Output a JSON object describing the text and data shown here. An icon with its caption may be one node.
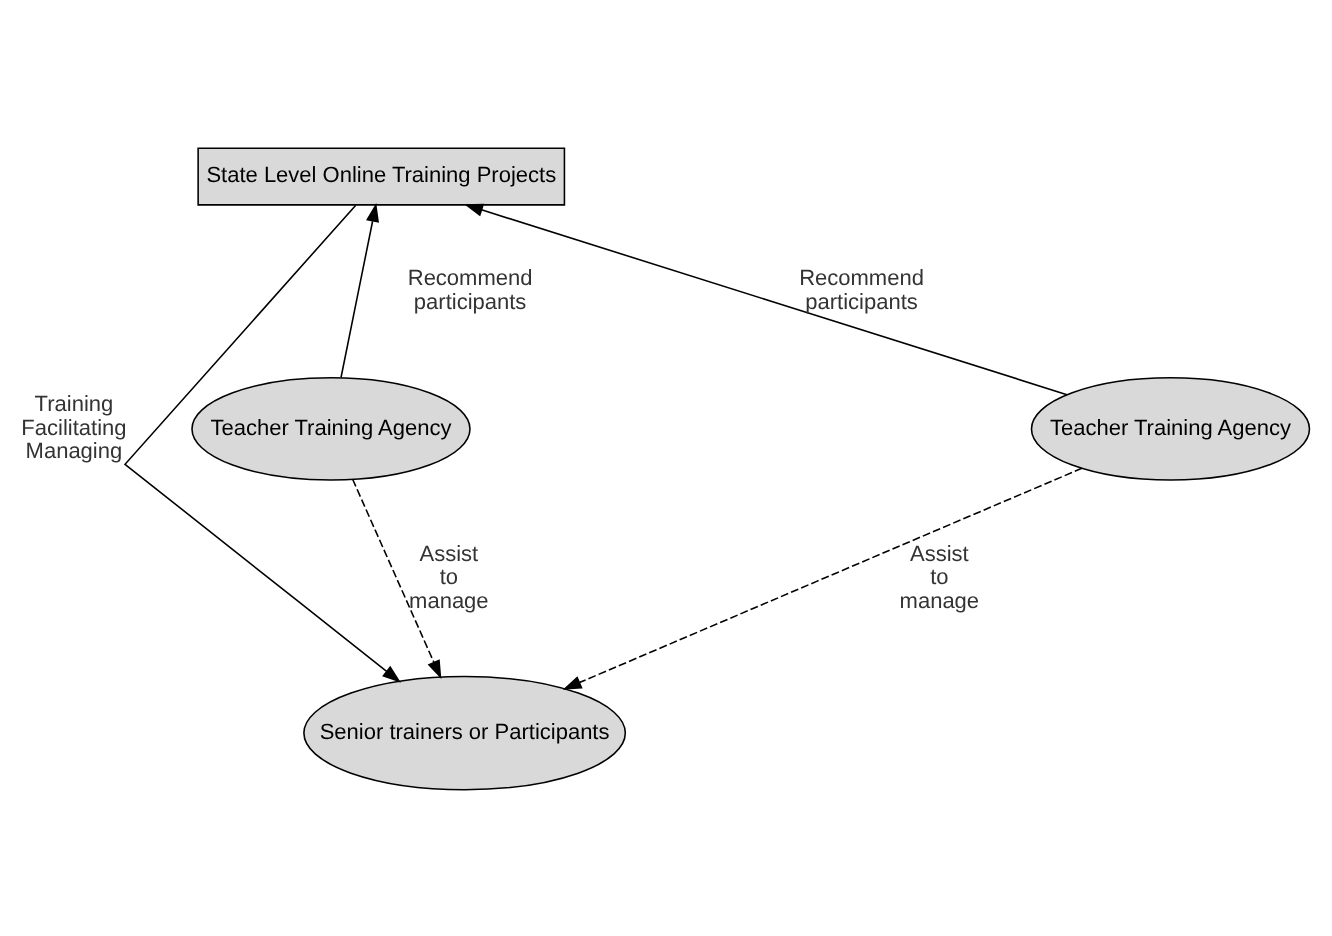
{
  "diagram": {
    "nodes": [
      {
        "text": [
          "State Level Online Training Projects"
        ]
      },
      {
        "text": [
          "Teacher Training Agency"
        ]
      },
      {
        "text": [
          "Teacher Training Agency"
        ]
      },
      {
        "text": [
          "Senior trainers or Participants"
        ]
      }
    ],
    "edges": [
      {
        "from": 1,
        "to": 0,
        "arrow": "to",
        "label": "Recommend participants"
      },
      {
        "from": 2,
        "to": 0,
        "arrow": "to",
        "label": "Recommend participants"
      },
      {
        "from": 0,
        "to": 3,
        "arrow": "to",
        "label": "Training Facilitating Managing"
      },
      {
        "from": 1,
        "to": 3,
        "arrow": "to",
        "label": "Assist to manage",
        "style": "dashed"
      },
      {
        "from": 2,
        "to": 3,
        "arrow": "to",
        "label": "Assist to manage",
        "style": "dashed"
      }
    ]
  }
}
